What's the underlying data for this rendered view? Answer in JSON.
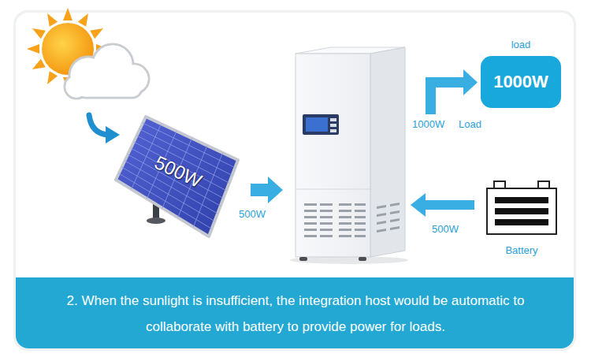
{
  "diagram": {
    "caption": "2. When the sunlight is insufficient, the integration host would be automatic to collaborate with battery to provide power for loads.",
    "nodes": [
      {
        "text": [
          "500W"
        ]
      },
      {
        "text": [
          "load",
          "1000W"
        ]
      },
      {
        "text": [
          "Battery"
        ]
      }
    ],
    "labels": [
      "1000W",
      "Load",
      "500W",
      "500W"
    ]
  }
}
